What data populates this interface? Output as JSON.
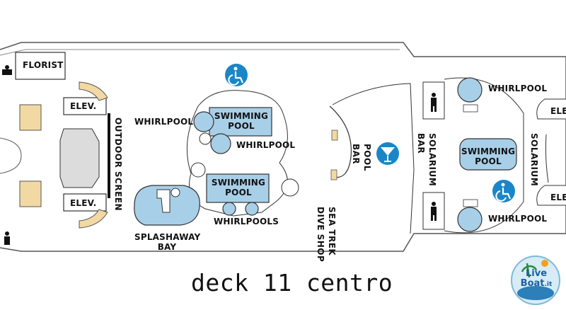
{
  "labels": {
    "florist": "FLORIST",
    "elev_top": "ELEV.",
    "elev_bottom": "ELEV.",
    "elev_right_top": "ELE",
    "elev_right_bottom": "ELE",
    "outdoor_screen": "OUTDOOR SCREEN",
    "whirlpool_left": "WHIRLPOOL",
    "swimming_pool_1": [
      "SWIMMING",
      "POOL"
    ],
    "whirlpool_center": "WHIRLPOOL",
    "swimming_pool_2": [
      "SWIMMING",
      "POOL"
    ],
    "whirlpools": "WHIRLPOOLS",
    "splashaway_bay": [
      "SPLASHAWAY",
      "BAY"
    ],
    "pool_bar": [
      "POOL",
      "BAR"
    ],
    "sea_trek_dive_shop": [
      "SEA TREK",
      "DIVE SHOP"
    ],
    "solarium_bar": [
      "SOLARIUM",
      "BAR"
    ],
    "swimming_pool_3": [
      "SWIMMING",
      "POOL"
    ],
    "solarium": "SOLARIUM",
    "whirlpool_right_top": "WHIRLPOOL",
    "whirlpool_right_bottom": "WHIRLPOOL"
  },
  "caption": "deck 11 centro",
  "logo": {
    "line1": "Live",
    "line2": "Boat",
    "suffix": ".it"
  },
  "icons": [
    "accessible-icon",
    "cocktail-icon",
    "person-icon"
  ],
  "colors": {
    "pool_fill": "#a8cfe8",
    "outline": "#222222",
    "icon_blue": "#1a86c8",
    "stair_fill": "#f2d9a3"
  }
}
